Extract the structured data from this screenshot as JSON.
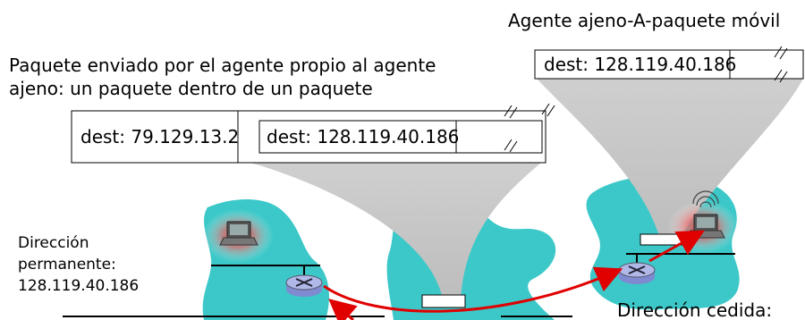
{
  "foreign_agent_title": "Agente ajeno-A-paquete móvil",
  "home_agent_caption_line1": "Paquete enviado por el agente propio al agente",
  "home_agent_caption_line2": "ajeno: un paquete dentro de un paquete",
  "outer_packet": {
    "outer_dest": "dest: 79.129.13.2",
    "inner_dest": "dest: 128.119.40.186"
  },
  "foreign_packet": {
    "dest": "dest: 128.119.40.186"
  },
  "permanent_address": {
    "line1": "Dirección",
    "line2": "permanente:",
    "line3": "128.119.40.186"
  },
  "care_of_address_label": "Dirección cedida:",
  "colors": {
    "network_cloud": "#3cc8c8",
    "arrow": "#e00000",
    "laptop_glow": "#ff3333",
    "router": "#b0b8e8",
    "funnel": "#cccccc"
  },
  "icons": [
    "laptop-icon",
    "router-icon",
    "wireless-signal-icon"
  ]
}
